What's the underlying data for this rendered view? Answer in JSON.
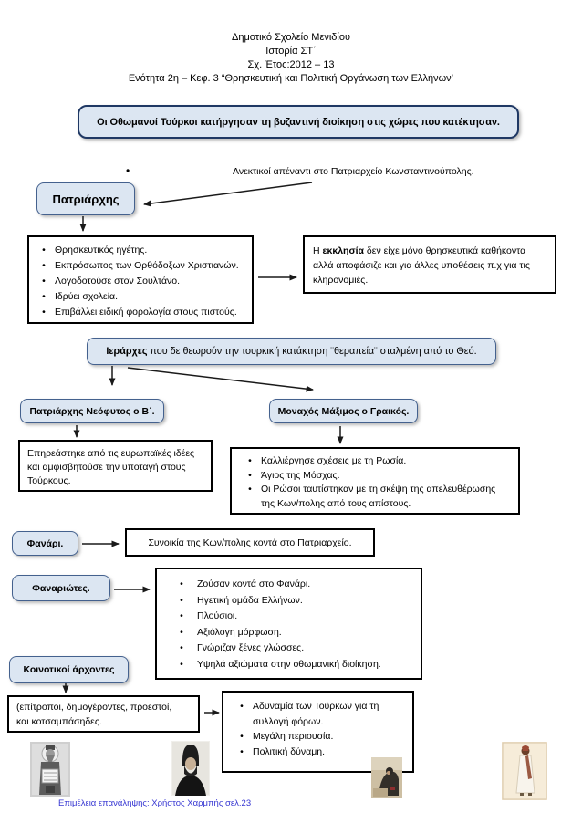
{
  "header": {
    "lines": [
      "Δημοτικό Σχολείο Μενιδίου",
      "Ιστορία ΣΤ΄",
      "Σχ. Έτος:2012 – 13",
      "Ενότητα 2η – Κεφ. 3 “Θρησκευτική και Πολιτική Οργάνωση των Ελλήνων’"
    ]
  },
  "title_box": "Οι Οθωμανοί Τούρκοι κατήργησαν τη βυζαντινή διοίκηση στις χώρες που κατέκτησαν.",
  "patriarch": {
    "label": "Πατριάρχης",
    "bullet_glyph": "•",
    "tolerance_note": "Ανεκτικοί απέναντι στο Πατριαρχείο Κωνσταντινούπολης.",
    "duties": [
      "Θρησκευτικός ηγέτης.",
      "Εκπρόσωπος των Ορθόδοξων Χριστιανών.",
      "Λογοδοτούσε στον Σουλτάνο.",
      "Ιδρύει σχολεία.",
      "Επιβάλλει ειδική φορολογία στους πιστούς."
    ]
  },
  "church": {
    "prefix": "Η ",
    "bold": "εκκλησία",
    "rest": " δεν είχε μόνο θρησκευτικά καθήκοντα αλλά αποφάσιζε και για άλλες υποθέσεις π.χ για τις κληρονομιές."
  },
  "hierarchs": {
    "intro_bold": "Ιεράρχες",
    "intro_rest": " που δε θεωρούν την τουρκική κατάκτηση ¨θεραπεία¨ σταλμένη από το Θεό.",
    "neophytos": {
      "label": "Πατριάρχης Νεόφυτος ο Β΄.",
      "note": "Επηρεάστηκε από τις ευρωπαϊκές ιδέες και αμφισβητούσε την υποταγή στους Τούρκους."
    },
    "maximos": {
      "label": "Μοναχός Μάξιμος ο Γραικός.",
      "points": [
        "Καλλιέργησε σχέσεις με τη Ρωσία.",
        "Άγιος της Μόσχας.",
        "Οι Ρώσοι ταυτίστηκαν με τη σκέψη της απελευθέρωσης της Κων/πολης από τους απίστους."
      ]
    }
  },
  "fanari": {
    "label": "Φανάρι.",
    "note": "Συνοικία της Κων/πολης κοντά στο Πατριαρχείο."
  },
  "fanariotes": {
    "label": "Φαναριώτες.",
    "points": [
      "Ζούσαν κοντά στο Φανάρι.",
      "Ηγετική ομάδα Ελλήνων.",
      "Πλούσιοι.",
      "Αξιόλογη μόρφωση.",
      "Γνώριζαν ξένες γλώσσες.",
      "Υψηλά αξιώματα στην οθωμανική διοίκηση."
    ]
  },
  "community_leaders": {
    "label": "Κοινοτικοί άρχοντες",
    "synonyms_line1": "(επίτροποι, δημογέροντες, προεστοί,",
    "synonyms_line2": "και κοτσαμπάσηδες.",
    "points": [
      "Αδυναμία των Τούρκων για τη συλλογή φόρων.",
      "Μεγάλη περιουσία.",
      "Πολιτική δύναμη."
    ]
  },
  "footer": "Επιμέλεια επανάληψης: Χρήστος Χαρμπής σελ.23",
  "images": [
    "saint-icon-portrait",
    "monk-photo-portrait",
    "seated-scribe-painting",
    "woman-costume-sketch"
  ],
  "colors": {
    "box_fill": "#dce6f2",
    "box_border": "#44618e",
    "title_border": "#1f3864",
    "line_black": "#1a1a1a",
    "footer_blue": "#3636d2"
  }
}
